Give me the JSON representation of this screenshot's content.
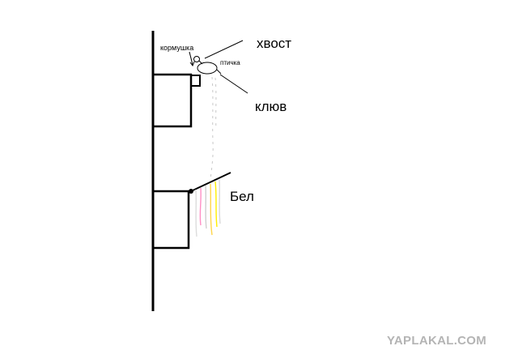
{
  "labels": {
    "tail": "хвост",
    "beak": "клюв",
    "feeder": "кормушка",
    "bird": "птичка",
    "laundry": "Бел"
  },
  "watermark": "YAPLAKAL.COM",
  "colors": {
    "ink": "#000000",
    "dropping": "#c0c0c0",
    "laundry_threads": [
      "#ffffff",
      "#ff99cc",
      "#cfcfcf",
      "#ffd54a",
      "#ffef00",
      "#c0c0c0"
    ],
    "watermark": "#b4b4b4"
  }
}
